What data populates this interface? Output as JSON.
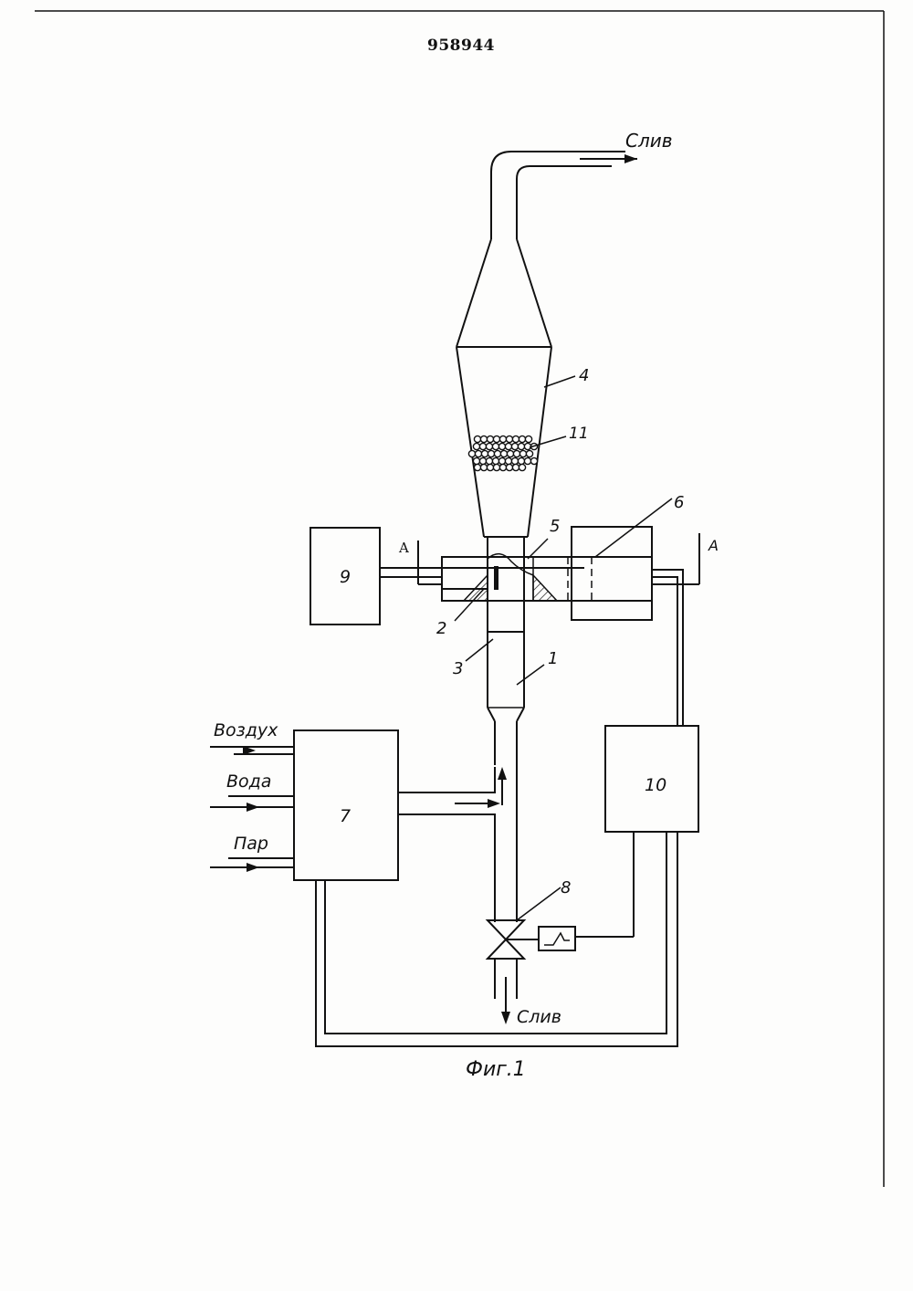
{
  "document": {
    "patent_number": "958944",
    "figure_caption": "Фиг.1"
  },
  "flows": {
    "top_outlet": "Слив",
    "bottom_outlet": "Слив",
    "air_inlet": "Воздух",
    "water_inlet": "Вода",
    "steam_inlet": "Пар"
  },
  "section_marks": {
    "left": "A",
    "right": "A"
  },
  "callouts": {
    "n1": "1",
    "n2": "2",
    "n3": "3",
    "n4": "4",
    "n5": "5",
    "n6": "6",
    "n7": "7",
    "n8": "8",
    "n9": "9",
    "n10": "10",
    "n11": "11"
  }
}
